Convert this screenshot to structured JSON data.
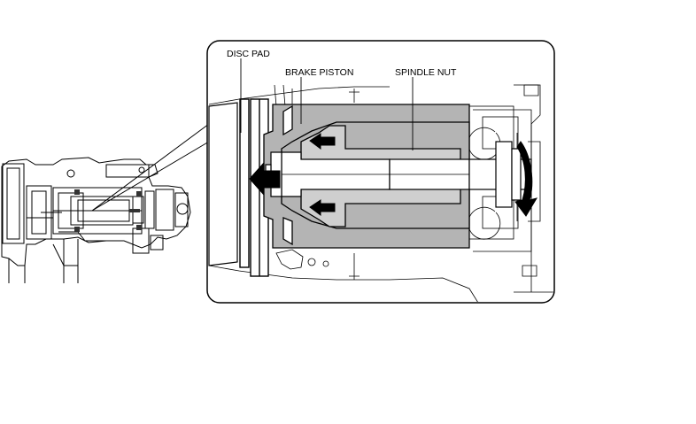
{
  "labels": {
    "disc_pad": "DISC PAD",
    "brake_piston": "BRAKE PISTON",
    "spindle_nut": "SPINDLE NUT"
  },
  "colors": {
    "line": "#000000",
    "piston_fill": "#b4b4b4",
    "nut_fill": "#cfcfcf",
    "background": "#ffffff"
  },
  "icons": [
    "arrow-left-icon",
    "rotation-arrow-icon"
  ]
}
